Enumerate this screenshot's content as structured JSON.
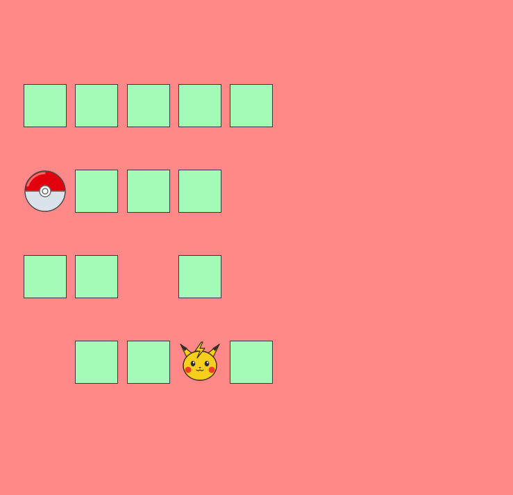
{
  "game": {
    "background_color": "#ff8888",
    "tile_color": "#a3fbb7",
    "grid": [
      [
        "tile",
        "tile",
        "tile",
        "tile",
        "tile"
      ],
      [
        "pokeball",
        "tile",
        "tile",
        "tile",
        "empty"
      ],
      [
        "tile",
        "tile",
        "empty",
        "tile",
        "empty"
      ],
      [
        "empty",
        "tile",
        "tile",
        "pikachu",
        "tile"
      ]
    ],
    "legend": {
      "tile": "floor-tile",
      "pokeball": "pokeball-icon",
      "pikachu": "pikachu-icon",
      "empty": "empty"
    }
  }
}
